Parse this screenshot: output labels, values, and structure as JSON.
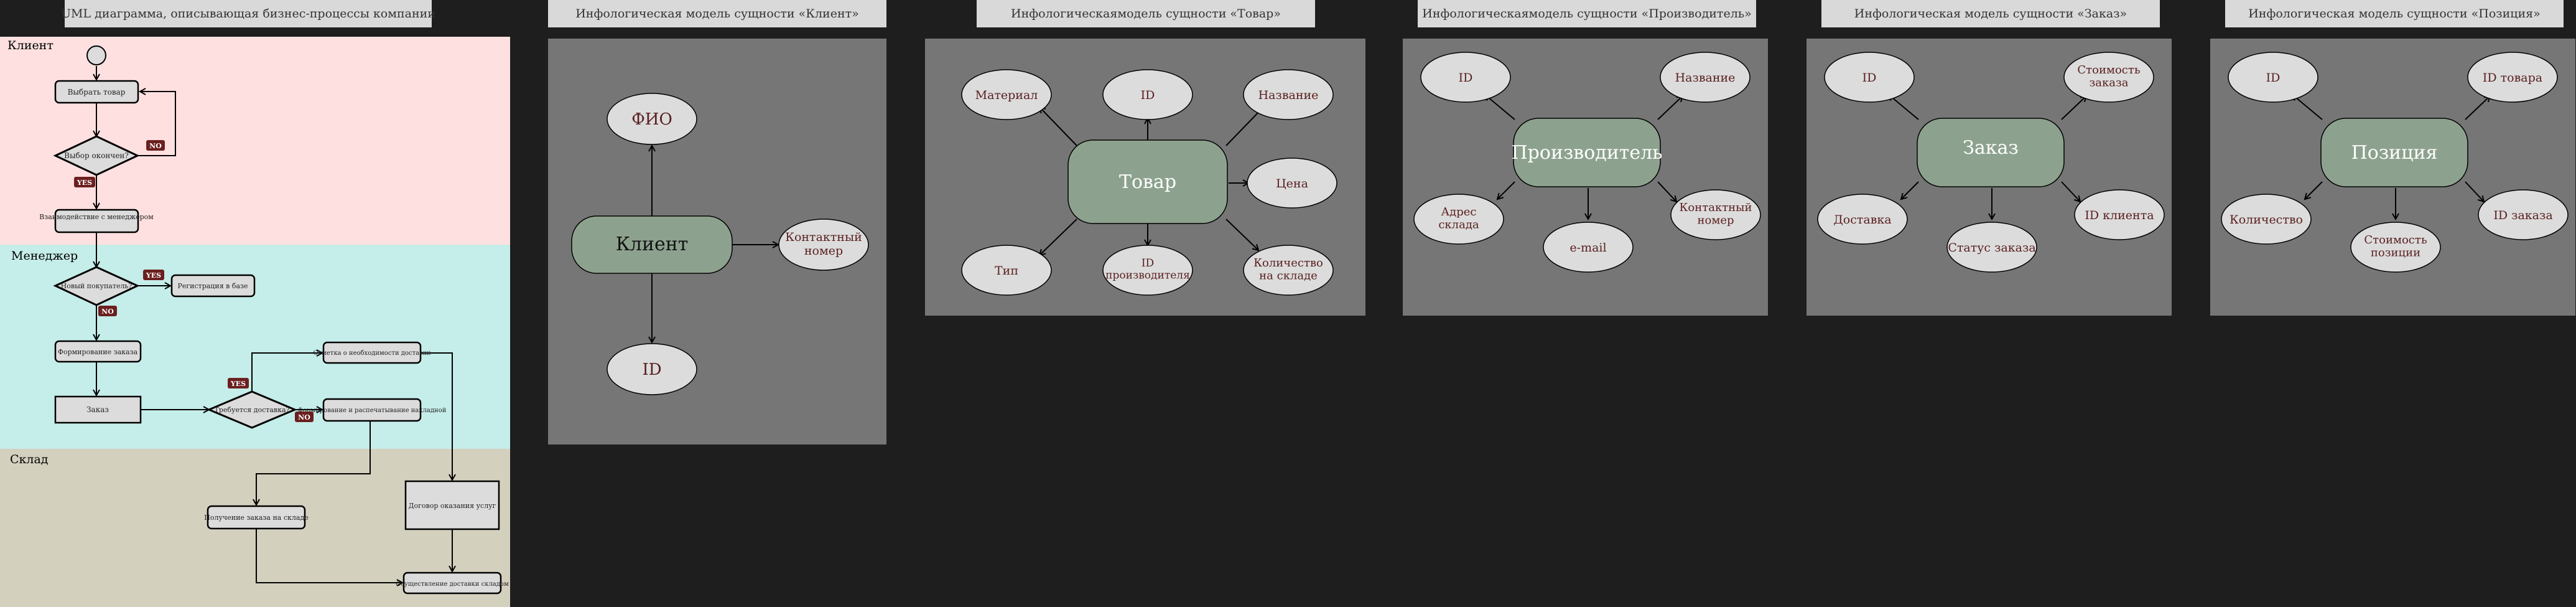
{
  "titles": {
    "uml": "UML диаграмма, описывающая бизнес-процессы компании",
    "client": "Инфологическая модель сущности «Клиент»",
    "product": "Инфологическаямодель сущности «Товар»",
    "manufacturer": "Инфологическаямодель сущности «Производитель»",
    "order": "Инфологическая модель сущности «Заказ»",
    "position": "Инфологическая модель сущности «Позиция»"
  },
  "uml": {
    "lanes": {
      "client": "Клиент",
      "manager": "Менеджер",
      "warehouse": "Склад"
    },
    "nodes": {
      "choose": "Выбрать товар",
      "decision": "Выбор окончен?",
      "interact": "Взаимодействие с менеджером",
      "newbuyer": "Новый покупатель?",
      "register": "Регистрация в базе",
      "form": "Формирование заказа",
      "order": "Заказ",
      "delivery_q": "Требуется доставка?",
      "report": "Отметка о необходимости доставки",
      "invoice": "Формирование и распечатывание накладной",
      "pickup": "Получение заказа на складе",
      "contract": "Договор оказания услуг",
      "delivery": "Осуществление доставки складом"
    },
    "labels": {
      "yes": "YES",
      "no": "NO"
    },
    "colors": {
      "client": "#ffe0e0",
      "manager": "#c5ede9",
      "warehouse": "#d4d0be",
      "label": "#6b1f1f"
    }
  },
  "client": {
    "center": "Клиент",
    "fio": "ФИО",
    "phone": "Контактный номер",
    "id": "ID"
  },
  "product": {
    "center": "Товар",
    "material": "Материал",
    "id": "ID",
    "name": "Название",
    "price": "Цена",
    "qty": "Количество на складе",
    "manufacturer_id": "ID производителя",
    "type": "Тип"
  },
  "manufacturer": {
    "center": "Производитель",
    "id": "ID",
    "name": "Название",
    "address": "Адрес склада",
    "email": "e-mail",
    "phone": "Контактный номер"
  },
  "order": {
    "center": "Заказ",
    "id": "ID",
    "cost": "Стоимость заказа",
    "delivery": "Доставка",
    "status": "Статус заказа",
    "client_id": "ID клиента"
  },
  "position": {
    "center": "Позиция",
    "id": "ID",
    "product_id": "ID товара",
    "qty": "Количество",
    "cost": "Стоимость позиции",
    "order_id": "ID заказа"
  },
  "colors": {
    "panel": "#767676",
    "entity": "#8da28e",
    "attribute": "#dcdcdc",
    "attr_text": "#5a1f1f",
    "background": "#1e1e1e"
  }
}
